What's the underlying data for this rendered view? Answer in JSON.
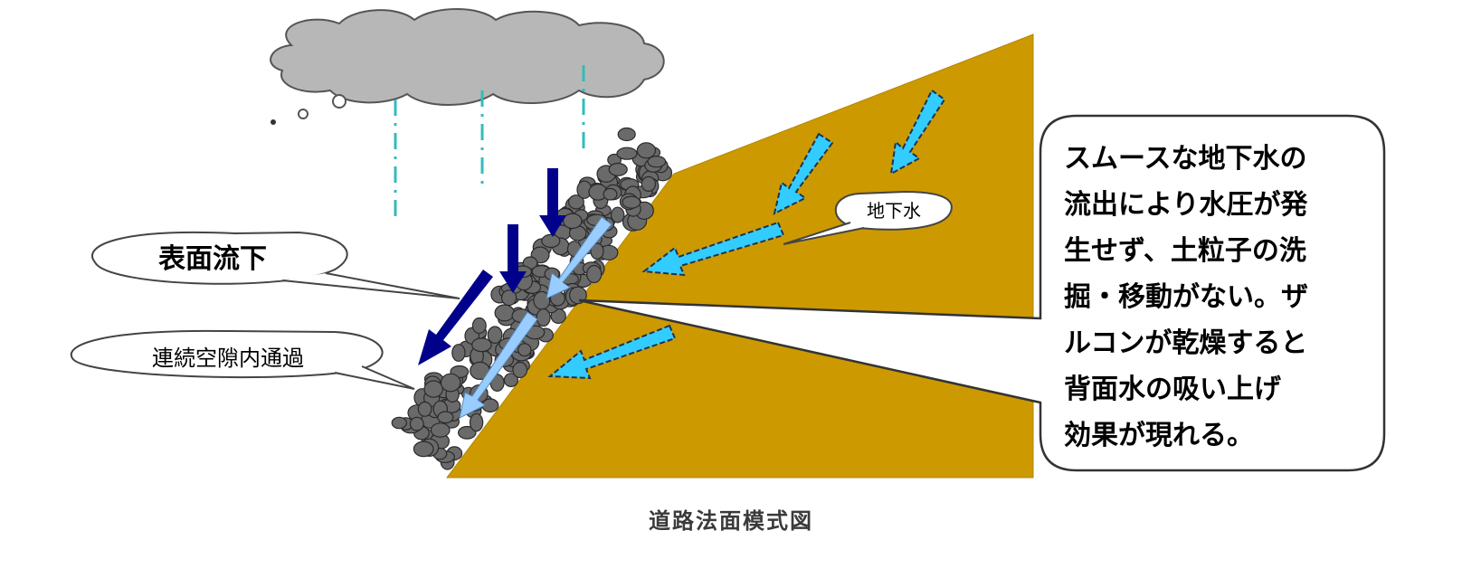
{
  "diagram": {
    "caption": "道路法面模式図",
    "labels": {
      "surface_flow": "表面流下",
      "void_flow": "連続空隙内通過",
      "groundwater": "地下水"
    },
    "note_lines": [
      "スムースな地下水の",
      "流出により水圧が発",
      "生せず、土粒子の洗",
      "掘・移動がない。ザ",
      "ルコンが乾燥すると",
      "背面水の吸い上げ",
      "効果が現れる。"
    ],
    "colors": {
      "soil": "#cc9900",
      "cloud": "#b7b7b7",
      "stones": "#6a6a6a",
      "surface_arrows": "#00008b",
      "groundwater_arrows": "#33ccff",
      "void_arrows": "#99ccff",
      "rain": "#33bbbb"
    }
  }
}
